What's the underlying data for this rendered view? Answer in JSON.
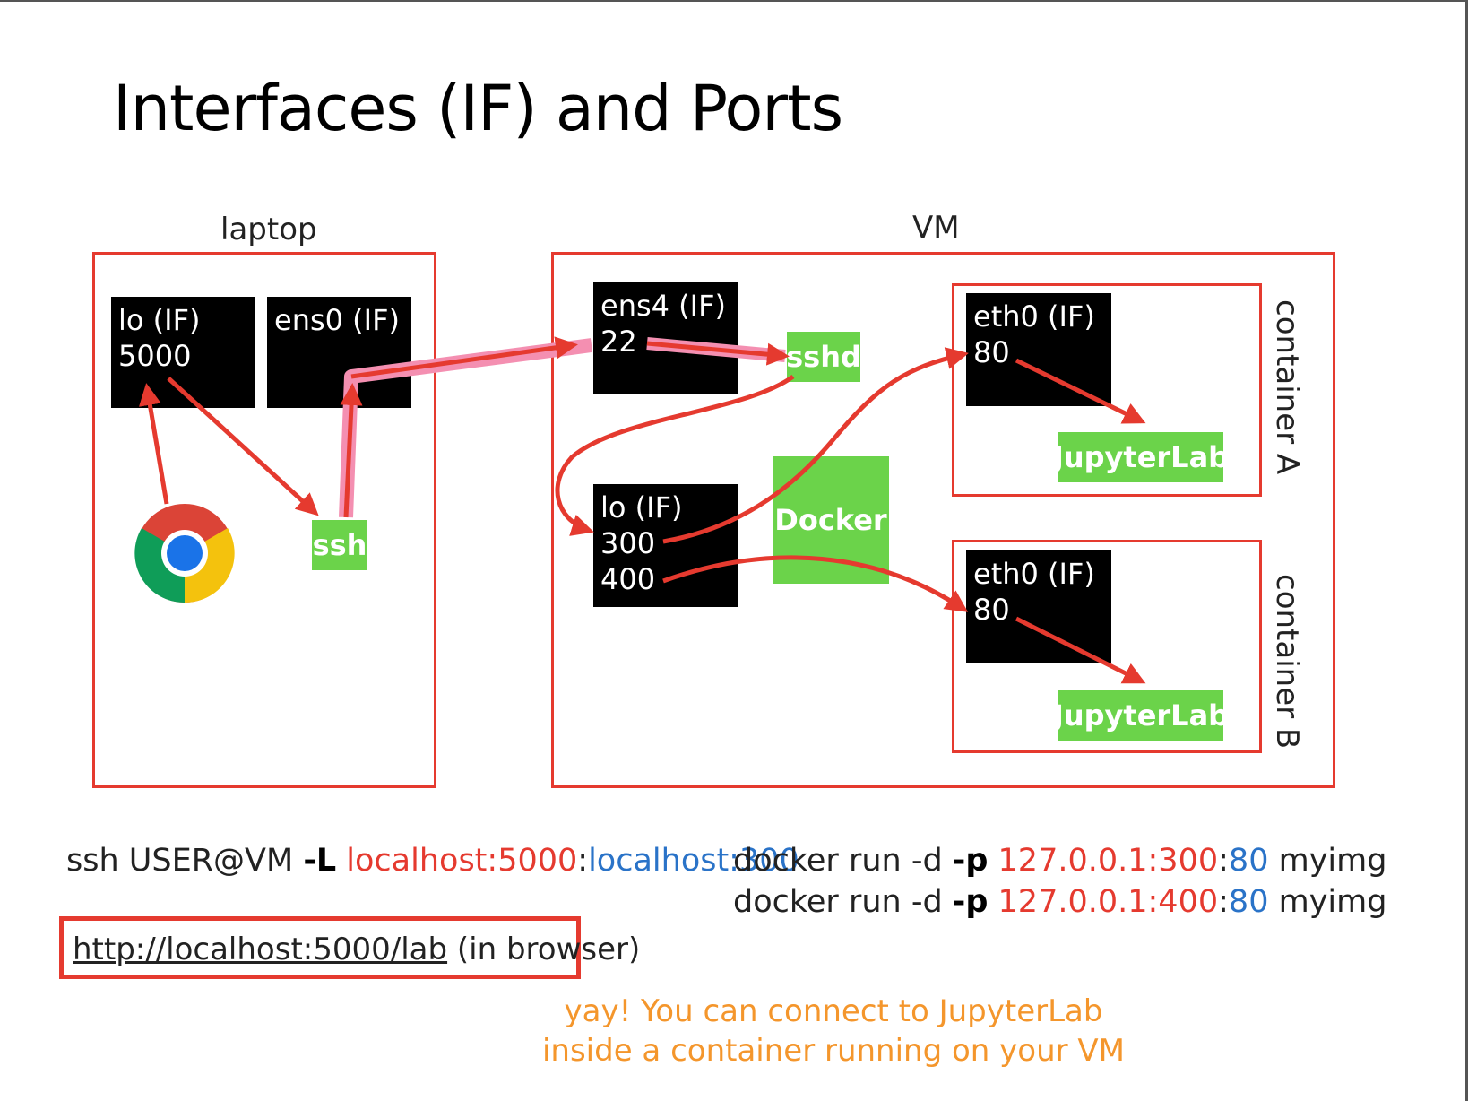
{
  "title": "Interfaces (IF) and Ports",
  "laptop": {
    "label": "laptop",
    "lo_if": {
      "name": "lo (IF)",
      "port": "5000"
    },
    "ens0_if": {
      "name": "ens0 (IF)"
    },
    "ssh": "ssh",
    "browser_icon": "chrome-icon"
  },
  "vm": {
    "label": "VM",
    "ens4_if": {
      "name": "ens4 (IF)",
      "port": "22"
    },
    "sshd": "sshd",
    "lo_if": {
      "name": "lo (IF)",
      "port1": "300",
      "port2": "400"
    },
    "docker": "Docker",
    "container_a": {
      "label": "container A",
      "if_name": "eth0 (IF)",
      "port": "80",
      "app": "JupyterLab"
    },
    "container_b": {
      "label": "container B",
      "if_name": "eth0 (IF)",
      "port": "80",
      "app": "JupyterLab"
    }
  },
  "commands": {
    "ssh": {
      "prefix": "ssh USER@VM ",
      "flag": "-L",
      "local": "localhost:5000",
      "sep": ":",
      "remote": "localhost:300"
    },
    "docker1": {
      "prefix": "docker run -d ",
      "flag": "-p",
      "host": "127.0.0.1:300",
      "sep": ":",
      "port": "80",
      "suffix": " myimg"
    },
    "docker2": {
      "prefix": "docker run -d ",
      "flag": "-p",
      "host": "127.0.0.1:400",
      "sep": ":",
      "port": "80",
      "suffix": " myimg"
    }
  },
  "browser_url": {
    "link": "http://localhost:5000/lab",
    "note": " (in browser)"
  },
  "yay": {
    "line1": "yay!  You can connect to JupyterLab",
    "line2": "inside a container running on your VM"
  },
  "colors": {
    "red": "#e53a2f",
    "blue": "#2a73c8",
    "green": "#6bd34a",
    "orange": "#f4962c",
    "pink": "#f48fb1"
  }
}
